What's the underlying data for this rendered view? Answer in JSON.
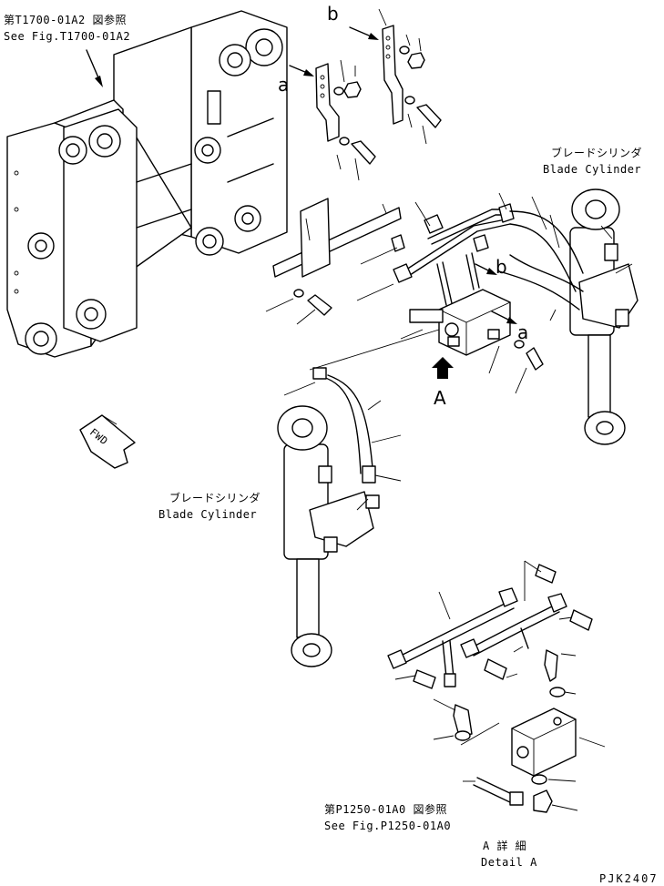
{
  "refs": {
    "frame_ref_jp": "第T1700-01A2 図参照",
    "frame_ref_en": "See Fig.T1700-01A2",
    "hose_ref_jp": "第P1250-01A0 図参照",
    "hose_ref_en": "See Fig.P1250-01A0"
  },
  "cylinders": {
    "right_jp": "ブレードシリンダ",
    "right_en": "Blade Cylinder",
    "left_jp": "ブレードシリンダ",
    "left_en": "Blade Cylinder"
  },
  "markers": {
    "a_top": "a",
    "b_top": "b",
    "a_right": "a",
    "b_right": "b",
    "view_A": "A",
    "fwd": "FWD"
  },
  "detail": {
    "title_jp": "A 詳 細",
    "title_en": "Detail A"
  },
  "drawing_code": "PJK2407"
}
